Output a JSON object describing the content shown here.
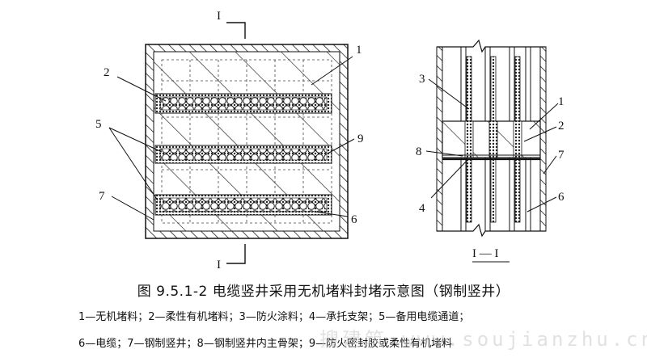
{
  "section_mark": "I",
  "section_title": "I — I",
  "plan_callouts": {
    "c1": "1",
    "c2": "2",
    "c5": "5",
    "c7": "7",
    "c9": "9",
    "c6": "6"
  },
  "section_callouts": {
    "c3": "3",
    "c1": "1",
    "c2": "2",
    "c8": "8",
    "c7": "7",
    "c4": "4",
    "c6": "6"
  },
  "caption": "图 9.5.1-2 电缆竖井采用无机堵料封堵示意图（钢制竖井）",
  "legend_line1": "1—无机堵料；2—柔性有机堵料；3—防火涂料；4—承托支架；5—备用电缆通道；",
  "legend_line2": "6—电缆；7—钢制竖井；8—钢制竖井内主骨架；9—防火密封胶或柔性有机堵料",
  "watermark": "搜建筑 www.soujianzhu.cn"
}
